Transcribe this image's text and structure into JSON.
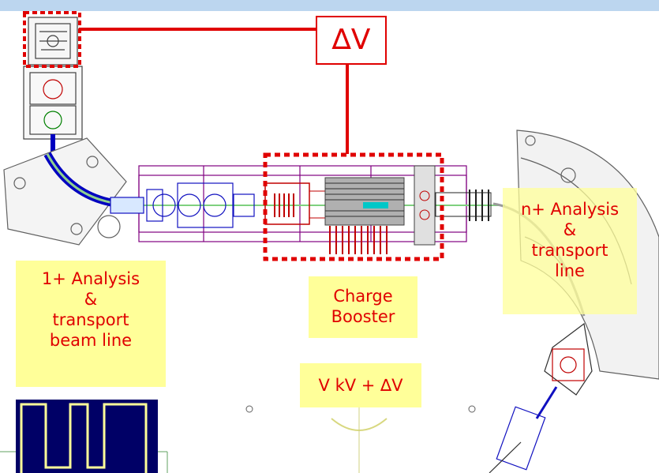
{
  "delta_v_box": {
    "text": "∆V"
  },
  "labels": {
    "left_analysis": [
      "1+ Analysis",
      "&",
      "transport",
      "beam line"
    ],
    "charge_booster": [
      "Charge",
      "Booster"
    ],
    "voltage": "V kV + ∆V",
    "right_analysis": [
      "n+ Analysis",
      "&",
      "transport",
      "line"
    ]
  },
  "colors": {
    "label_text": "#e00000",
    "label_background": "#ffff99",
    "wire": "#e00000",
    "drawing_lines": "#800080",
    "magnet": "#0000c0",
    "top_band": "#bcd6ef",
    "pulse_panel": "#000066",
    "pulse_trace": "#ffff99"
  }
}
